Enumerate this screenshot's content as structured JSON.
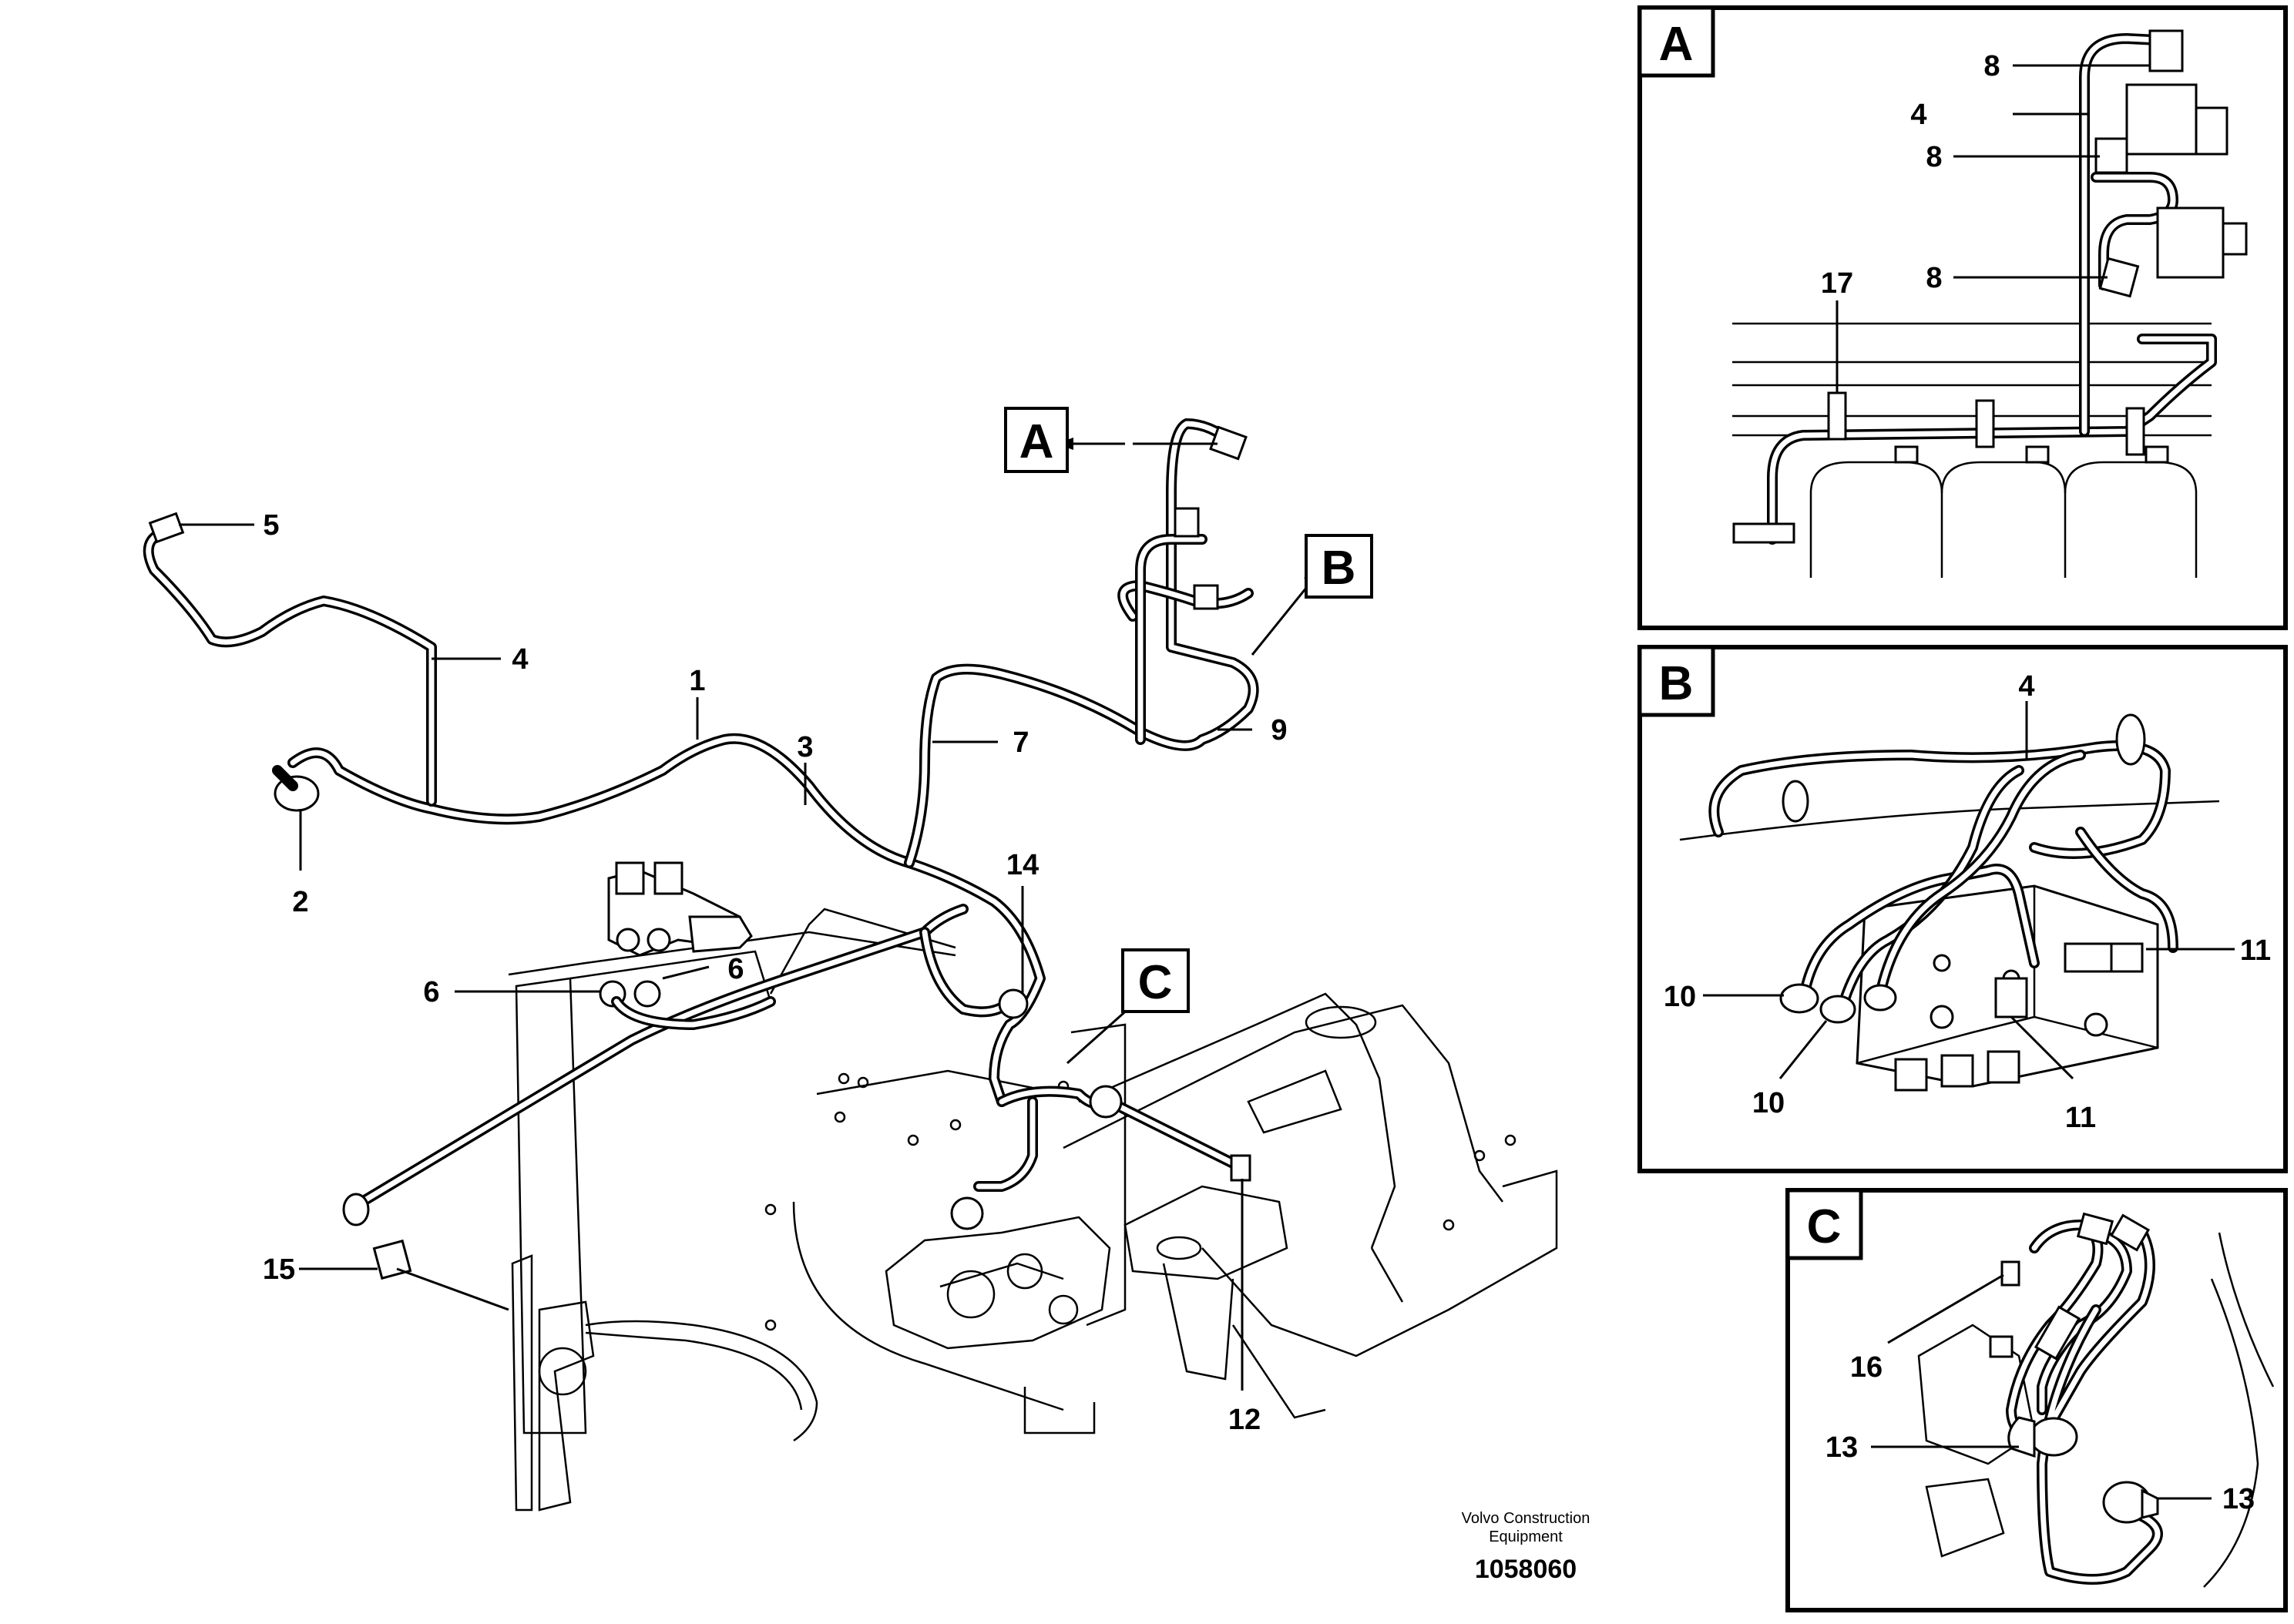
{
  "main_callouts": [
    "1",
    "2",
    "3",
    "4",
    "5",
    "6",
    "6",
    "7",
    "9",
    "12",
    "14",
    "15"
  ],
  "view_markers": {
    "a": "A",
    "b": "B",
    "c": "C"
  },
  "detail_a": {
    "title": "A",
    "callouts": [
      "8",
      "4",
      "8",
      "8",
      "17"
    ]
  },
  "detail_b": {
    "title": "B",
    "callouts": [
      "4",
      "10",
      "10",
      "11",
      "11"
    ]
  },
  "detail_c": {
    "title": "C",
    "callouts": [
      "16",
      "13",
      "13"
    ]
  },
  "footer": {
    "company_line1": "Volvo Construction",
    "company_line2": "Equipment",
    "doc_number": "1058060"
  }
}
